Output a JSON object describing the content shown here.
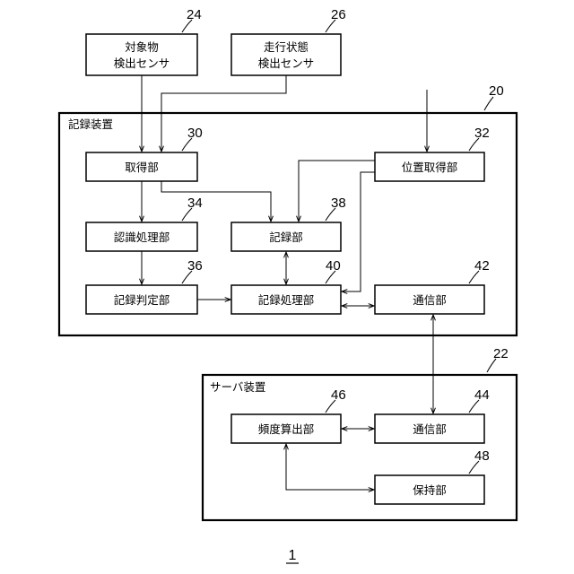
{
  "external": {
    "object_sensor": {
      "line1": "対象物",
      "line2": "検出センサ",
      "ref": "24"
    },
    "travel_sensor": {
      "line1": "走行状態",
      "line2": "検出センサ",
      "ref": "26"
    }
  },
  "recording_device": {
    "title": "記録装置",
    "ref": "20",
    "blocks": {
      "acquisition": {
        "label": "取得部",
        "ref": "30"
      },
      "position_acquisition": {
        "label": "位置取得部",
        "ref": "32"
      },
      "recognition": {
        "label": "認識処理部",
        "ref": "34"
      },
      "recording_unit": {
        "label": "記録部",
        "ref": "38"
      },
      "record_judgment": {
        "label": "記録判定部",
        "ref": "36"
      },
      "record_processing": {
        "label": "記録処理部",
        "ref": "40"
      },
      "communication": {
        "label": "通信部",
        "ref": "42"
      }
    }
  },
  "server_device": {
    "title": "サーバ装置",
    "ref": "22",
    "blocks": {
      "frequency_calc": {
        "label": "頻度算出部",
        "ref": "46"
      },
      "communication": {
        "label": "通信部",
        "ref": "44"
      },
      "storage": {
        "label": "保持部",
        "ref": "48"
      }
    }
  },
  "figure_label": "1"
}
